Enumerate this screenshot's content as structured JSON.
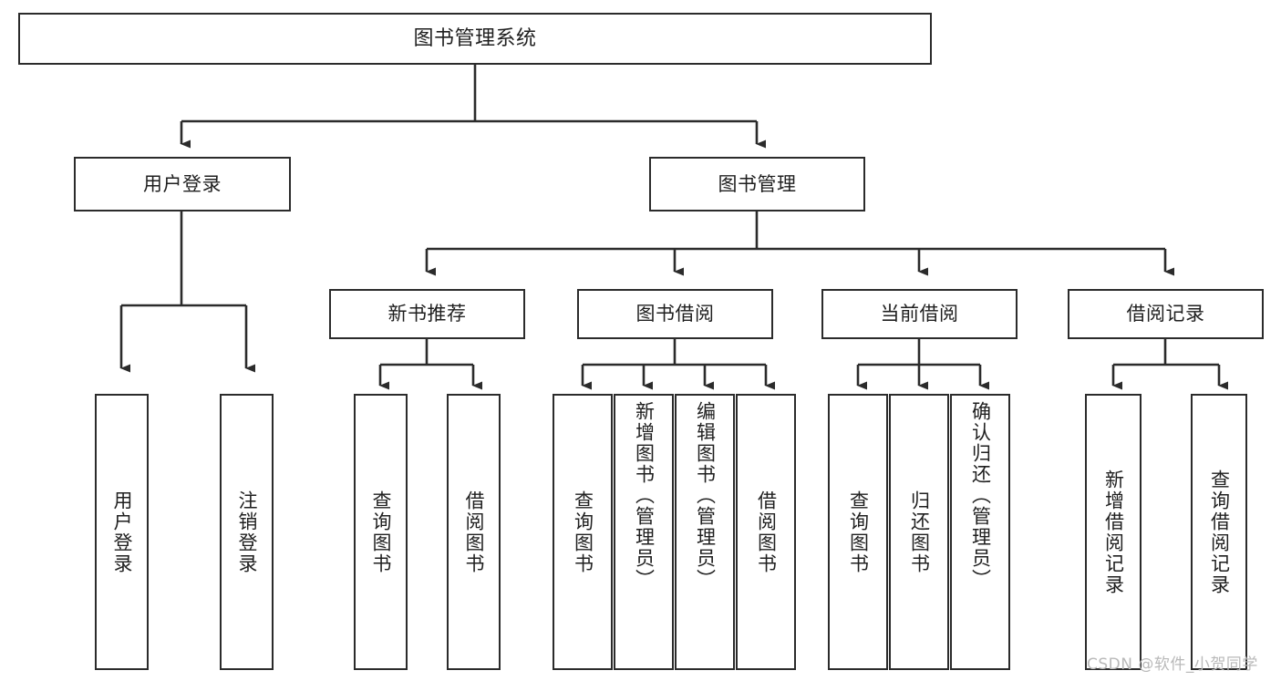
{
  "diagram": {
    "title": "图书管理系统",
    "type": "tree-hierarchy",
    "stroke_color": "#2b2b2b",
    "text_color": "#1f1f1f",
    "background_color": "#ffffff"
  },
  "nodes": {
    "root": {
      "label": "图书管理系统"
    },
    "level2": [
      {
        "label": "用户登录"
      },
      {
        "label": "图书管理"
      }
    ],
    "level3": [
      {
        "label": "新书推荐"
      },
      {
        "label": "图书借阅"
      },
      {
        "label": "当前借阅"
      },
      {
        "label": "借阅记录"
      }
    ],
    "leaves": {
      "user_login": [
        {
          "label": "用户登录"
        },
        {
          "label": "注销登录"
        }
      ],
      "new_book": [
        {
          "label": "查询图书"
        },
        {
          "label": "借阅图书"
        }
      ],
      "book_borrow": [
        {
          "label": "查询图书"
        },
        {
          "label": "新增图书（管理员）"
        },
        {
          "label": "编辑图书（管理员）"
        },
        {
          "label": "借阅图书"
        }
      ],
      "current_borrow": [
        {
          "label": "查询图书"
        },
        {
          "label": "归还图书"
        },
        {
          "label": "确认归还（管理员）"
        }
      ],
      "borrow_record": [
        {
          "label": "新增借阅记录"
        },
        {
          "label": "查询借阅记录"
        }
      ]
    }
  },
  "watermark": {
    "text": "CSDN @软件_小贺同学"
  }
}
